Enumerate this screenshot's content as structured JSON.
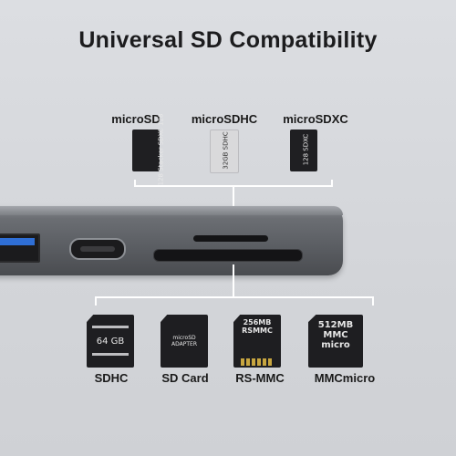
{
  "title": "Universal SD Compatibility",
  "top_cards": [
    {
      "label": "microSD",
      "card_text": "128 Stacker SDXC 128"
    },
    {
      "label": "microSDHC",
      "card_text": "32GB SDHC"
    },
    {
      "label": "microSDXC",
      "card_text": "128 SDXC"
    }
  ],
  "bottom_cards": [
    {
      "label": "SDHC",
      "card_text": "64 GB"
    },
    {
      "label": "SD Card",
      "card_text": "microSD ADAPTER"
    },
    {
      "label": "RS-MMC",
      "card_text": "256MB RSMMC"
    },
    {
      "label": "MMCmicro",
      "card_text": "512MB MMC micro"
    }
  ],
  "colors": {
    "usb_blue": "#2f6fd6",
    "hub_grey": "#5a5d62"
  },
  "icons": [
    "usb-a-port-icon",
    "usb-c-port-icon",
    "sd-slot-icon",
    "microsd-slot-icon"
  ]
}
